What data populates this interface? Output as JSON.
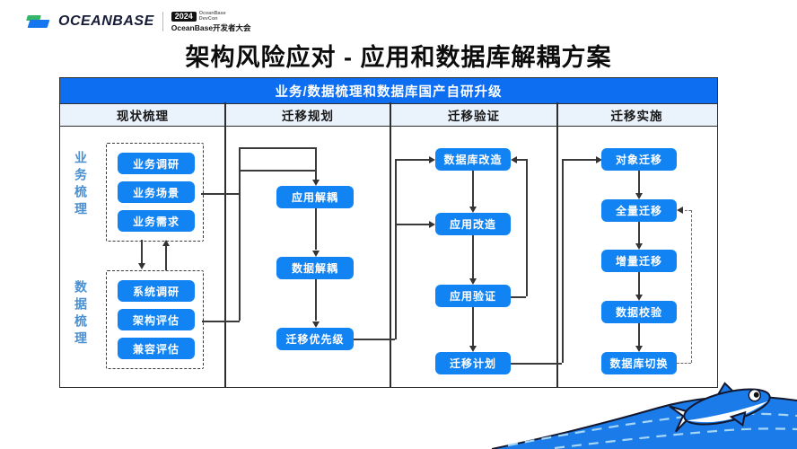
{
  "logo": {
    "brand": "OCEANBASE",
    "badge_year": "2024",
    "badge_event_l1": "OceanBase",
    "badge_event_l2": "DevCon",
    "badge_line2": "OceanBase开发者大会"
  },
  "title": "架构风险应对 - 应用和数据库解耦方案",
  "table": {
    "header": "业务/数据梳理和数据库国产自研升级",
    "columns": [
      "现状梳理",
      "迁移规划",
      "迁移验证",
      "迁移实施"
    ]
  },
  "diagram": {
    "col1": {
      "business": {
        "label": "业务梳理",
        "items": [
          "业务调研",
          "业务场景",
          "业务需求"
        ]
      },
      "data": {
        "label": "数据梳理",
        "items": [
          "系统调研",
          "架构评估",
          "兼容评估"
        ]
      }
    },
    "col2": {
      "items": [
        "应用解耦",
        "数据解耦",
        "迁移优先级"
      ]
    },
    "col3": {
      "items": [
        "数据库改造",
        "应用改造",
        "应用验证",
        "迁移计划"
      ]
    },
    "col4": {
      "items": [
        "对象迁移",
        "全量迁移",
        "增量迁移",
        "数据校验",
        "数据库切换"
      ]
    }
  },
  "colors": {
    "header_blue": "#0d6ef2",
    "node_blue": "#1283f2",
    "subheader_bg": "#eaf2fc",
    "vertical_label_blue": "#4a8fd0",
    "line_dark": "#3a3a3a",
    "wave_blue": "#1b7be8"
  }
}
